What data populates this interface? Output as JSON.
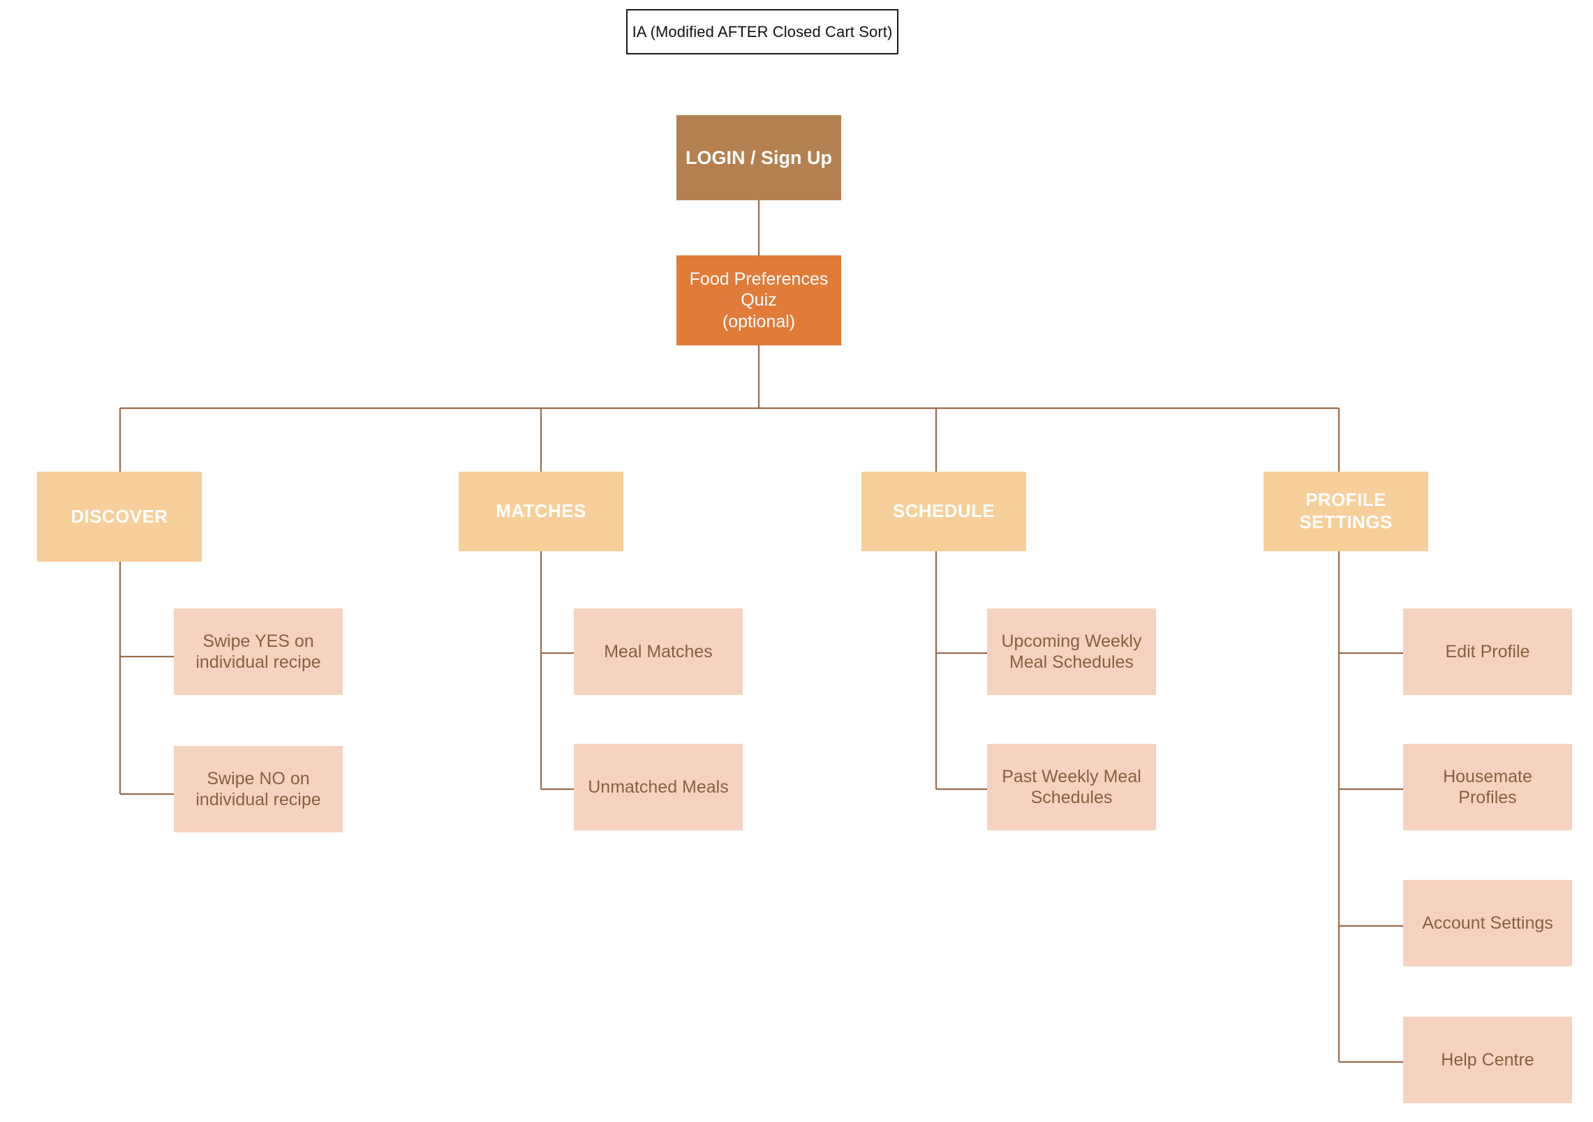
{
  "diagram": {
    "title_box": {
      "label": "IA (Modified AFTER Closed Cart Sort)"
    },
    "colors": {
      "root_fill": "#b5804f",
      "quiz_fill": "#e07b39",
      "section_fill": "#f7cf9a",
      "leaf_fill": "#f6d3c0",
      "leaf_text": "#8a5f41",
      "connector": "#9a6b4a",
      "title_border": "#1b1b1b",
      "background": "#ffffff"
    },
    "nodes": {
      "login": {
        "label": "LOGIN / Sign Up"
      },
      "quiz": {
        "label": "Food Preferences\nQuiz\n(optional)"
      },
      "discover": {
        "label": "DISCOVER"
      },
      "matches": {
        "label": "MATCHES"
      },
      "schedule": {
        "label": "SCHEDULE"
      },
      "profile_settings": {
        "label": "PROFILE\nSETTINGS"
      },
      "swipe_yes": {
        "label": "Swipe YES on\nindividual recipe"
      },
      "swipe_no": {
        "label": "Swipe NO on\nindividual recipe"
      },
      "meal_matches": {
        "label": "Meal Matches"
      },
      "unmatched_meals": {
        "label": "Unmatched Meals"
      },
      "upcoming_schedules": {
        "label": "Upcoming Weekly\nMeal Schedules"
      },
      "past_schedules": {
        "label": "Past Weekly Meal\nSchedules"
      },
      "edit_profile": {
        "label": "Edit Profile"
      },
      "housemate_profiles": {
        "label": "Housemate\nProfiles"
      },
      "account_settings": {
        "label": "Account Settings"
      },
      "help_centre": {
        "label": "Help Centre"
      }
    }
  }
}
